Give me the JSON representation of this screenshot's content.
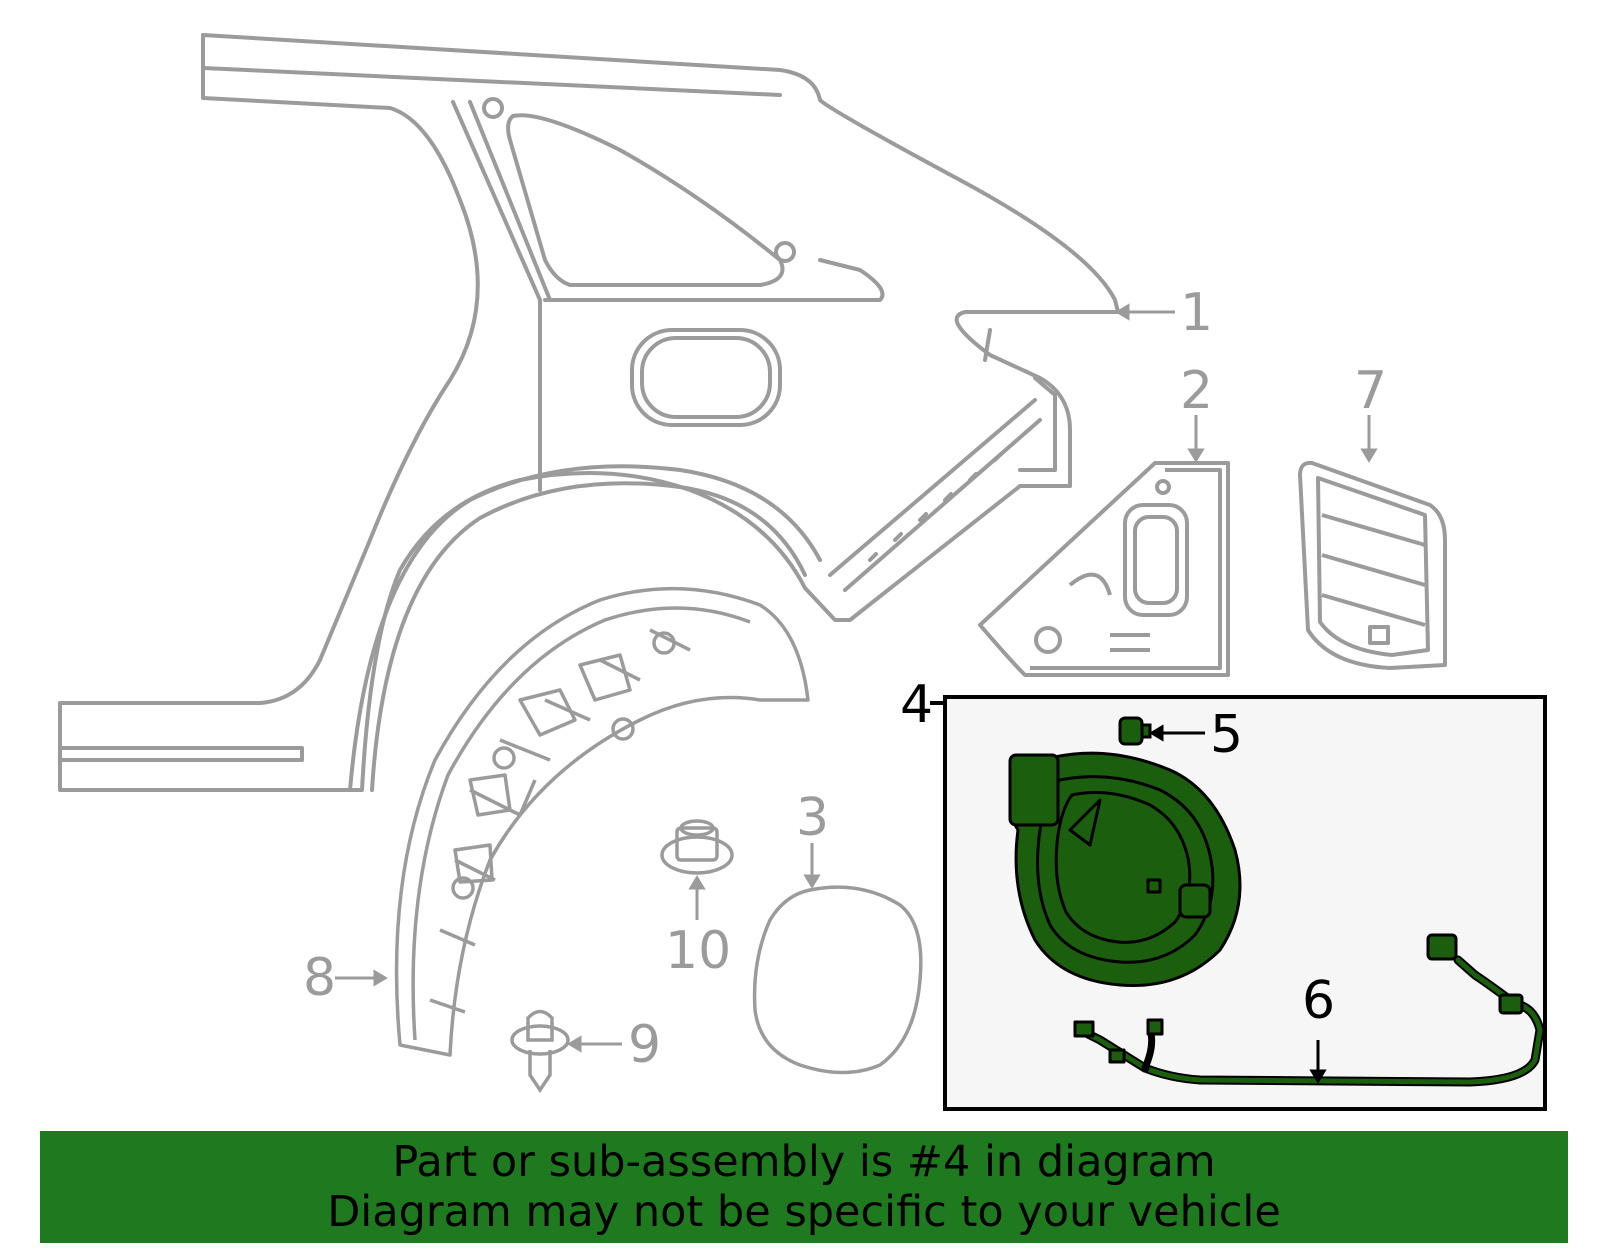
{
  "callouts": {
    "c1": "1",
    "c2": "2",
    "c3": "3",
    "c4": "4",
    "c5": "5",
    "c6": "6",
    "c7": "7",
    "c8": "8",
    "c9": "9",
    "c10": "10"
  },
  "highlight_part": "4",
  "banner": {
    "line1": "Part or sub-assembly is #4 in diagram",
    "line2": "Diagram may not be specific to your vehicle"
  },
  "colors": {
    "outline": "#9b9b9b",
    "highlight_fill": "#1a5e0e",
    "highlight_panel": "#f6f6f6",
    "banner": "#1f7a1f",
    "text_black": "#000000"
  }
}
